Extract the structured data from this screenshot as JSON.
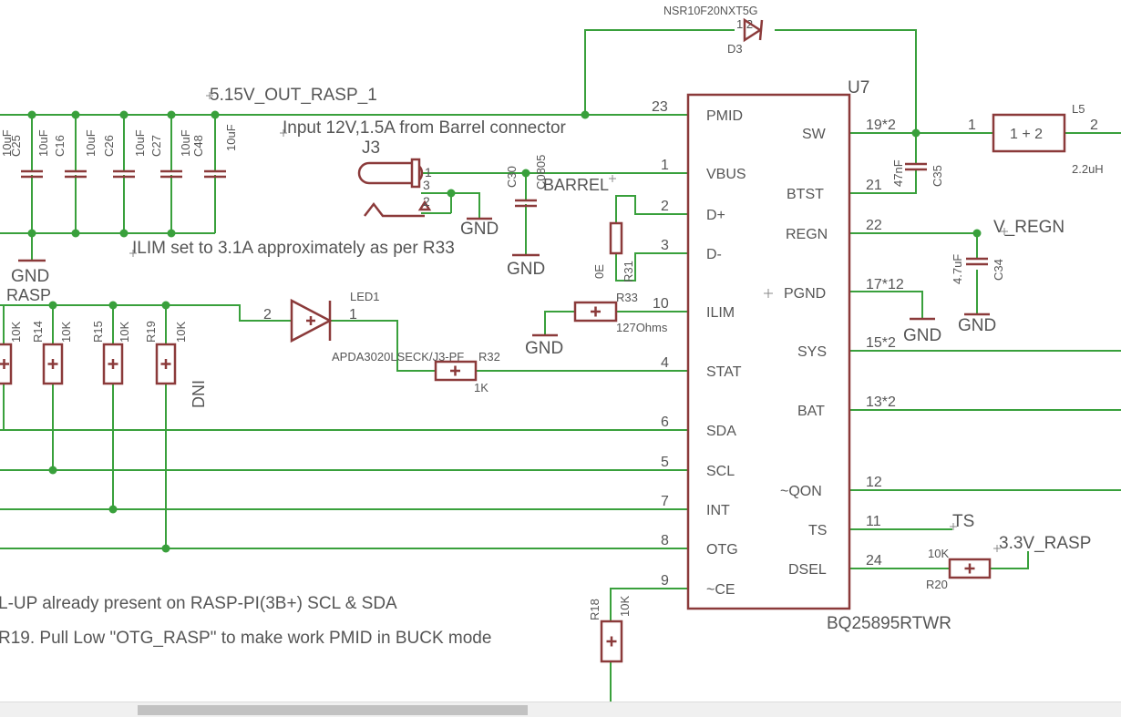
{
  "chip": {
    "ref": "U7",
    "part": "BQ25895RTWR",
    "left_pins": [
      {
        "num": "23",
        "name": "PMID"
      },
      {
        "num": "1",
        "name": "VBUS"
      },
      {
        "num": "2",
        "name": "D+"
      },
      {
        "num": "3",
        "name": "D-"
      },
      {
        "num": "10",
        "name": "ILIM"
      },
      {
        "num": "4",
        "name": "STAT"
      },
      {
        "num": "6",
        "name": "SDA"
      },
      {
        "num": "5",
        "name": "SCL"
      },
      {
        "num": "7",
        "name": "INT"
      },
      {
        "num": "8",
        "name": "OTG"
      },
      {
        "num": "9",
        "name": "~CE"
      }
    ],
    "right_pins": [
      {
        "num": "19*2",
        "name": "SW"
      },
      {
        "num": "21",
        "name": "BTST"
      },
      {
        "num": "22",
        "name": "REGN"
      },
      {
        "num": "17*12",
        "name": "PGND"
      },
      {
        "num": "15*2",
        "name": "SYS"
      },
      {
        "num": "13*2",
        "name": "BAT"
      },
      {
        "num": "12",
        "name": "~QON"
      },
      {
        "num": "11",
        "name": "TS"
      },
      {
        "num": "24",
        "name": "DSEL"
      }
    ]
  },
  "nets": {
    "out_rasp": "5.15V_OUT_RASP_1",
    "barrel": "BARREL",
    "v_regn": "V_REGN",
    "ts": "TS",
    "v33_rasp": "3.3V_RASP",
    "rasp": "RASP",
    "gnd": "GND"
  },
  "notes": {
    "input": "Input 12V,1.5A from Barrel connector",
    "ilim": "ILIM set to 3.1A approximately as per R33",
    "pullup": "L-UP already present on RASP-PI(3B+) SCL & SDA",
    "otg": "R19. Pull Low \"OTG_RASP\" to make work PMID in BUCK mode"
  },
  "input_caps": [
    {
      "ref": "C25",
      "value": "10uF"
    },
    {
      "ref": "C16",
      "value": "10uF"
    },
    {
      "ref": "C26",
      "value": "10uF"
    },
    {
      "ref": "C27",
      "value": "10uF"
    },
    {
      "ref": "C48",
      "value": "10uF"
    }
  ],
  "pullups": [
    {
      "ref": "R14",
      "value": "10K"
    },
    {
      "ref": "R15",
      "value": "10K"
    },
    {
      "ref": "R19",
      "value": "10K"
    }
  ],
  "misc": {
    "partial_resistor_value": "10K",
    "dni": "DNI"
  },
  "components": {
    "d3": {
      "ref": "D3",
      "part": "NSR10F20NXT5G",
      "pins": "1 2"
    },
    "j3": {
      "ref": "J3",
      "pin1": "1",
      "pin2": "2",
      "pin3": "3"
    },
    "c30": {
      "ref": "C30",
      "value": "C0805"
    },
    "r31": {
      "ref": "R31",
      "value": "0E"
    },
    "r33": {
      "ref": "R33",
      "value": "127Ohms"
    },
    "led1": {
      "ref": "LED1",
      "part": "APDA3020LSECK/J3-PF",
      "pin_a": "2",
      "pin_k": "1"
    },
    "r32": {
      "ref": "R32",
      "value": "1K"
    },
    "c35": {
      "ref": "C35",
      "value": "47nF"
    },
    "l5": {
      "ref": "L5",
      "value": "2.2uH",
      "pin1": "1",
      "pin2": "2",
      "body": "1 + 2"
    },
    "c34": {
      "ref": "C34",
      "value": "4.7uF"
    },
    "r20": {
      "ref": "R20",
      "value": "10K"
    },
    "r18": {
      "ref": "R18",
      "value": "10K"
    }
  },
  "colors": {
    "wire": "#39a03c",
    "part": "#8b3a3a",
    "text": "#555555"
  }
}
